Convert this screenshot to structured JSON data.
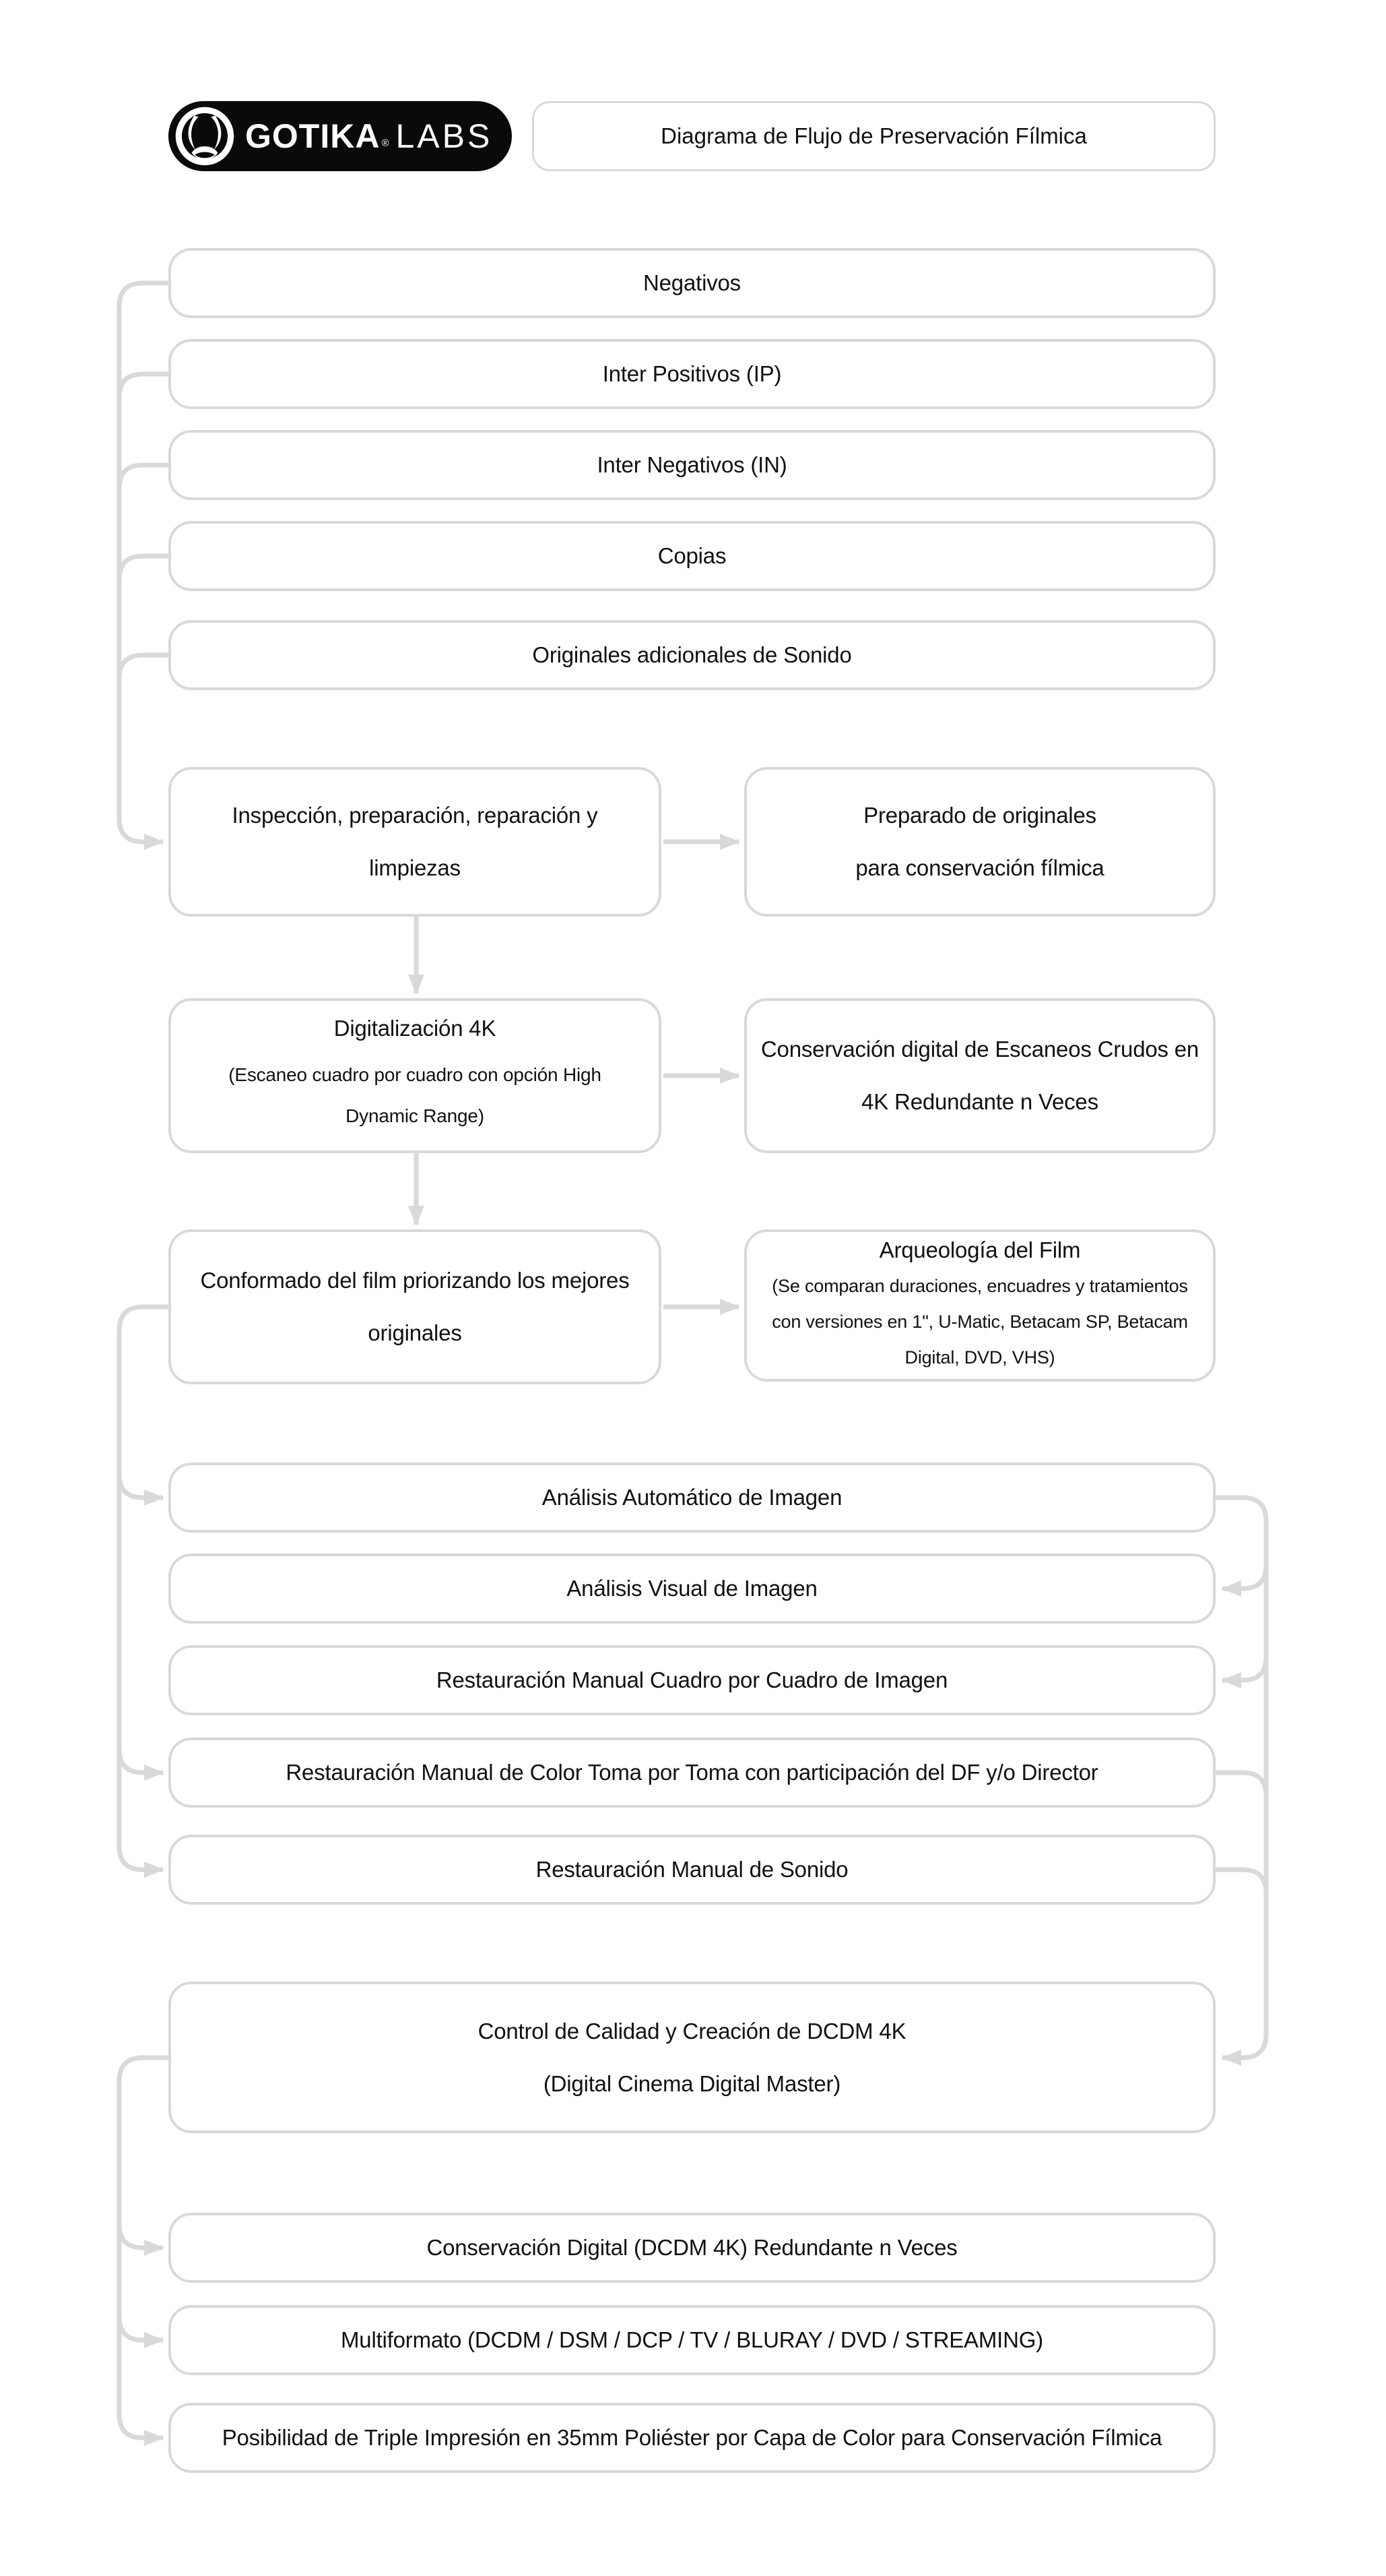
{
  "colors": {
    "line": "#d9d9d9",
    "text": "#111111",
    "logo_bg": "#0a0a0a",
    "logo_text": "#ffffff"
  },
  "header": {
    "logo": {
      "brand_bold": "GOTIKA",
      "registered": "®",
      "brand_light": "LABS"
    },
    "title": "Diagrama de Flujo de Preservación Fílmica"
  },
  "sources": [
    "Negativos",
    "Inter Positivos (IP)",
    "Inter Negativos (IN)",
    "Copias",
    "Originales adicionales de Sonido"
  ],
  "stages": {
    "inspeccion": {
      "line1": "Inspección, preparación, reparación y",
      "line2": "limpiezas"
    },
    "preparado": {
      "line1": "Preparado de originales",
      "line2": "para conservación fílmica"
    },
    "digitalizacion": {
      "title": "Digitalización 4K",
      "sub": "(Escaneo cuadro por cuadro con opción High Dynamic Range)"
    },
    "conservacion_crudos": {
      "line1": "Conservación digital de Escaneos Crudos en",
      "line2": "4K Redundante n Veces"
    },
    "conformado": {
      "line1": "Conformado del film priorizando los mejores",
      "line2": "originales"
    },
    "arqueologia": {
      "title": "Arqueología del Film",
      "sub": "(Se comparan duraciones, encuadres y tratamientos con versiones en 1\", U-Matic, Betacam SP, Betacam Digital, DVD, VHS)"
    }
  },
  "restoration_steps": [
    "Análisis Automático de Imagen",
    "Análisis Visual de Imagen",
    "Restauración Manual Cuadro por Cuadro de Imagen",
    "Restauración Manual de Color Toma por Toma con participación del DF y/o Director",
    "Restauración Manual de Sonido"
  ],
  "control": {
    "line1": "Control de Calidad y Creación de DCDM 4K",
    "line2": "(Digital Cinema Digital Master)"
  },
  "outputs": [
    "Conservación Digital (DCDM 4K) Redundante n Veces",
    "Multiformato (DCDM / DSM / DCP / TV / BLURAY / DVD / STREAMING)",
    "Posibilidad de Triple Impresión en 35mm Poliéster por Capa de Color para Conservación Fílmica"
  ]
}
